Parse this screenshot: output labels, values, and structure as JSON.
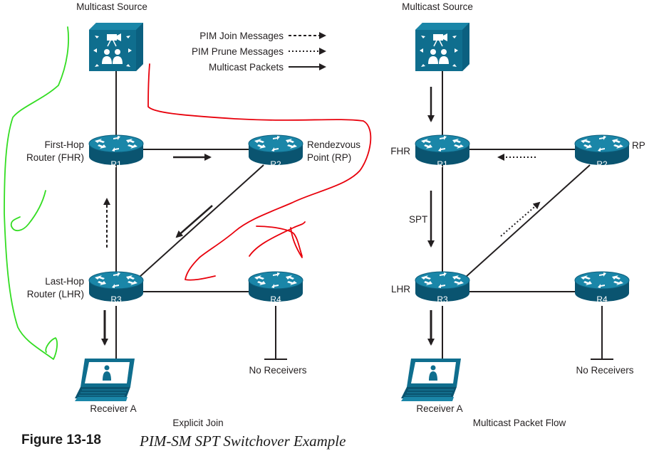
{
  "legend": {
    "join": "PIM Join Messages",
    "prune": "PIM Prune Messages",
    "packets": "Multicast Packets"
  },
  "left": {
    "source": "Multicast Source",
    "fhr_label_1": "First-Hop",
    "fhr_label_2": "Router (FHR)",
    "rp_label_1": "Rendezvous",
    "rp_label_2": "Point (RP)",
    "lhr_label_1": "Last-Hop",
    "lhr_label_2": "Router (LHR)",
    "r1": "R1",
    "r2": "R2",
    "r3": "R3",
    "r4": "R4",
    "no_receivers": "No Receivers",
    "receiver": "Receiver A",
    "caption": "Explicit Join"
  },
  "right": {
    "source": "Multicast Source",
    "fhr": "FHR",
    "rp": "RP",
    "lhr": "LHR",
    "spt": "SPT",
    "r1": "R1",
    "r2": "R2",
    "r3": "R3",
    "r4": "R4",
    "no_receivers": "No Receivers",
    "receiver": "Receiver A",
    "caption": "Multicast Packet Flow"
  },
  "figure": {
    "number": "Figure 13-18",
    "title": "PIM-SM SPT Switchover Example"
  },
  "colors": {
    "device": "#0f6e8e",
    "device_dark": "#0a5470",
    "annotation_red": "#e8000b",
    "annotation_green": "#33dd22"
  }
}
